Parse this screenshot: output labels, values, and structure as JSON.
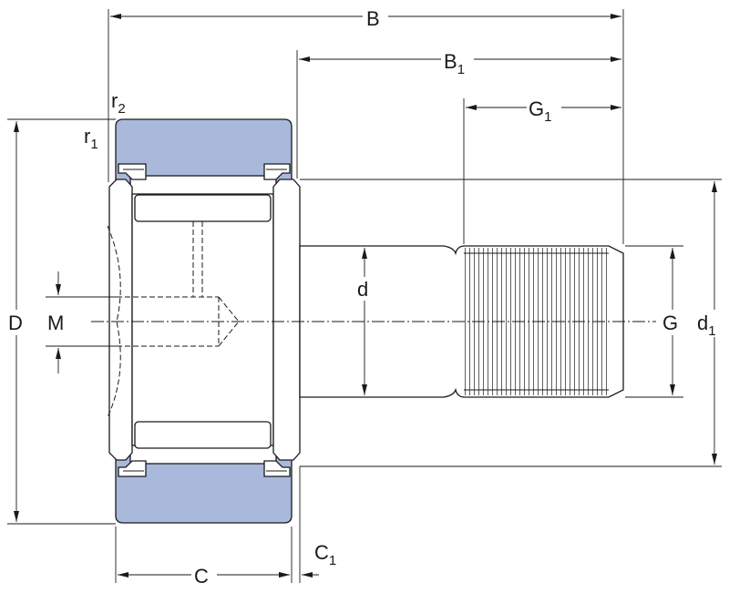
{
  "labels": {
    "B": {
      "main": "B",
      "sub": ""
    },
    "B1": {
      "main": "B",
      "sub": "1"
    },
    "G1": {
      "main": "G",
      "sub": "1"
    },
    "r2": {
      "main": "r",
      "sub": "2"
    },
    "r1": {
      "main": "r",
      "sub": "1"
    },
    "D": {
      "main": "D",
      "sub": ""
    },
    "M": {
      "main": "M",
      "sub": ""
    },
    "d": {
      "main": "d",
      "sub": ""
    },
    "G": {
      "main": "G",
      "sub": ""
    },
    "d1": {
      "main": "d",
      "sub": "1"
    },
    "C": {
      "main": "C",
      "sub": ""
    },
    "C1": {
      "main": "C",
      "sub": "1"
    }
  },
  "colors": {
    "outer_ring": "#a9b9dc",
    "line": "#1a1a1a",
    "background": "#ffffff"
  }
}
